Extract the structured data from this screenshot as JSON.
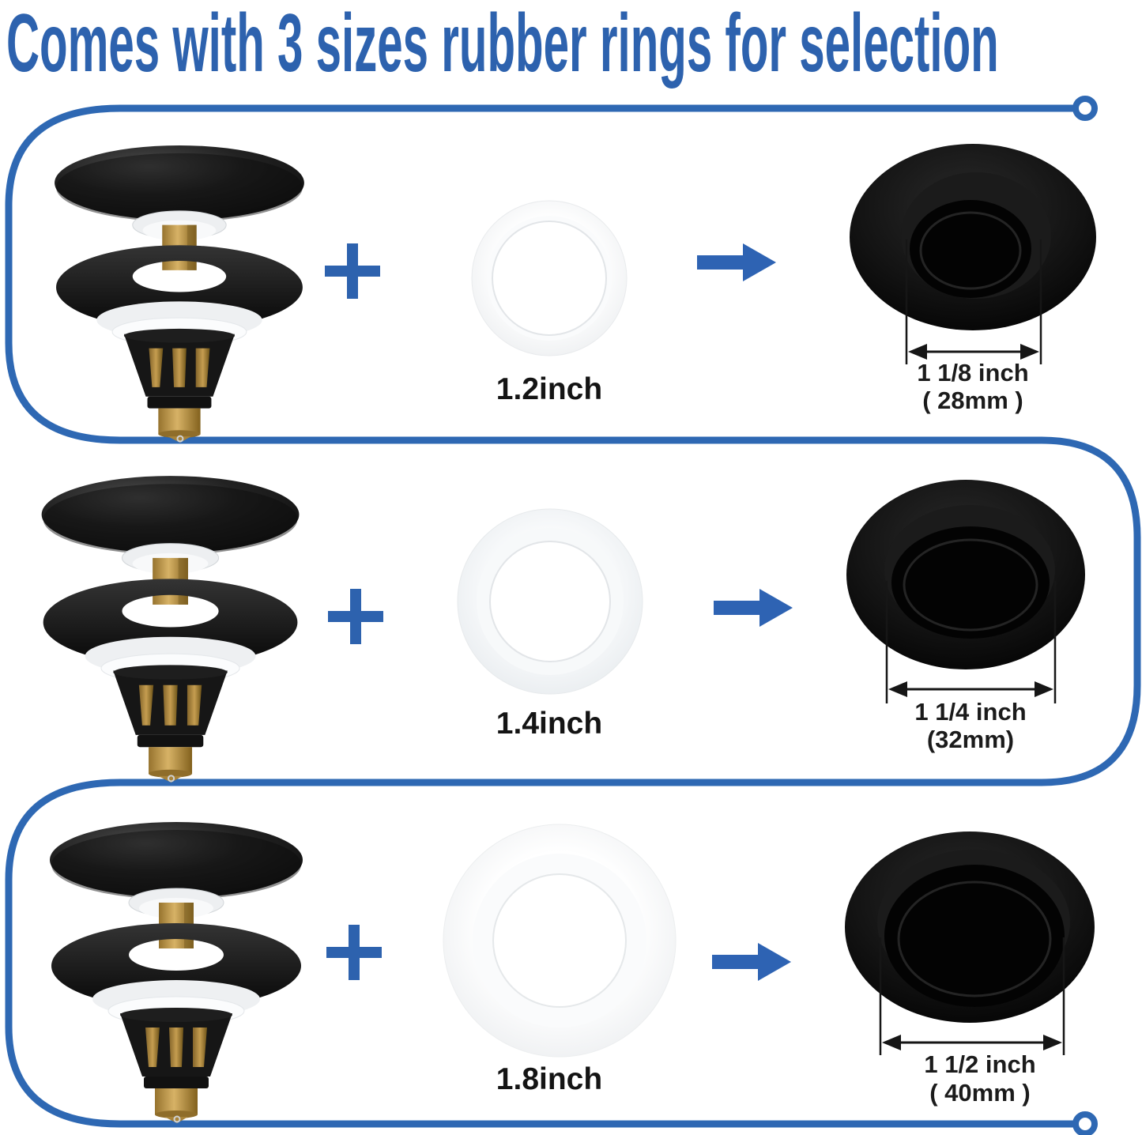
{
  "title": "Comes with 3 sizes rubber rings for selection",
  "colors": {
    "accent_blue": "#2d62ae",
    "line_blue": "#2e68b3",
    "arrow_blue": "#2e63b3",
    "text_black": "#1b1b1b"
  },
  "icons": {
    "plus": "+",
    "arrow_right": "→",
    "line_end_dot": "○"
  },
  "rows": [
    {
      "stopper": "black pop-up drain stopper with brass core",
      "ring_label": "1.2inch",
      "result": "drain hole",
      "hole_width_inch": "1 1/8 inch",
      "hole_width_mm": "( 28mm )"
    },
    {
      "stopper": "black pop-up drain stopper with brass core",
      "ring_label": "1.4inch",
      "result": "drain hole",
      "hole_width_inch": "1 1/4 inch",
      "hole_width_mm": "(32mm)"
    },
    {
      "stopper": "black pop-up drain stopper with brass core",
      "ring_label": "1.8inch",
      "result": "drain hole",
      "hole_width_inch": "1 1/2 inch",
      "hole_width_mm": "( 40mm )"
    }
  ]
}
